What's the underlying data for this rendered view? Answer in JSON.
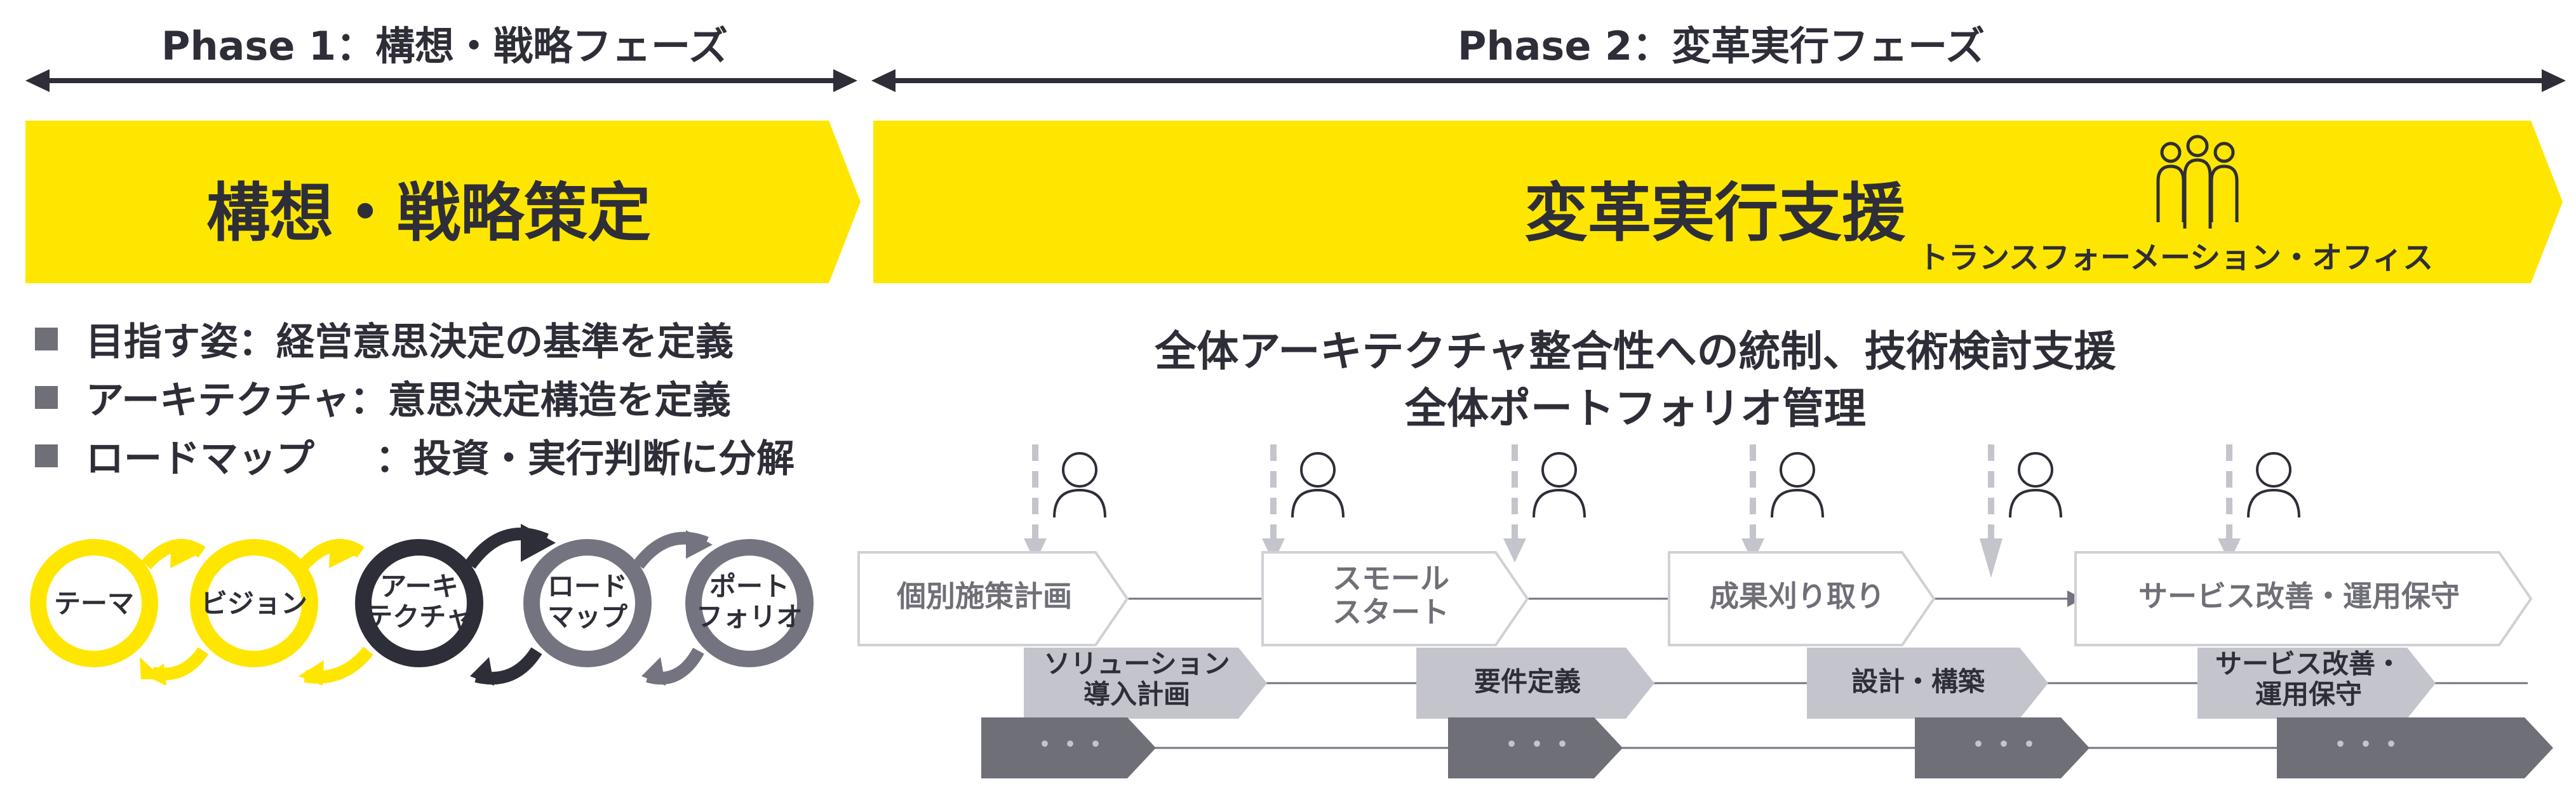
{
  "phase1": {
    "title": "Phase 1：構想・戦略フェーズ",
    "banner": "構想・戦略策定"
  },
  "phase2": {
    "title": "Phase 2：変革実行フェーズ",
    "banner": "変革実行支援",
    "office": "トランスフォーメーション・オフィス"
  },
  "bullets": [
    {
      "label": "目指す姿",
      "text": "：経営意思決定の基準を定義"
    },
    {
      "label": "アーキテクチャ",
      "text": "：意思決定構造を定義"
    },
    {
      "label": "ロードマップ",
      "text": "：投資・実行判断に分解"
    }
  ],
  "circles": [
    {
      "label": "テーマ"
    },
    {
      "label": "ビジョン"
    },
    {
      "label": "アーキ\nテクチャ"
    },
    {
      "label": "ロード\nマップ"
    },
    {
      "label": "ポート\nフォリオ"
    }
  ],
  "center": {
    "line1": "全体アーキテクチャ整合性への統制、技術検討支援",
    "line2": "全体ポートフォリオ管理"
  },
  "row1": [
    "個別施策計画",
    "スモール\nスタート",
    "成果刈り取り",
    "サービス改善・運用保守"
  ],
  "row2": [
    "ソリューション\n導入計画",
    "要件定義",
    "設計・構築",
    "サービス改善・\n運用保守"
  ],
  "row3": [
    "・・・",
    "・・・",
    "・・・",
    "・・・"
  ],
  "colors": {
    "yellow": "#ffe600",
    "dark": "#2e2e38",
    "gray": "#747480",
    "light_gray": "#c4c4cd",
    "outline": "#d0d0d6"
  }
}
